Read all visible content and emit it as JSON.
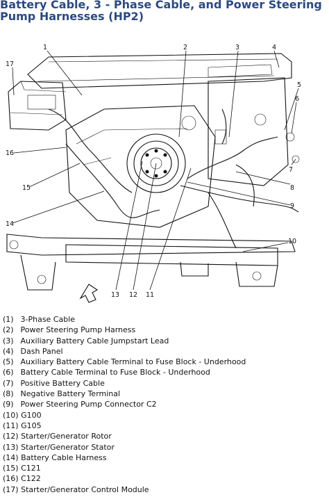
{
  "title": "Battery Cable, 3 - Phase Cable, and Power Steering Pump Harnesses (HP2)",
  "callouts": [
    "1",
    "2",
    "3",
    "4",
    "5",
    "6",
    "7",
    "8",
    "9",
    "10",
    "11",
    "12",
    "13",
    "14",
    "15",
    "16",
    "17"
  ],
  "legend": [
    {
      "num": "(1)",
      "label": "3-Phase Cable"
    },
    {
      "num": "(2)",
      "label": "Power Steering Pump Harness"
    },
    {
      "num": "(3)",
      "label": "Auxiliary Battery Cable Jumpstart Lead"
    },
    {
      "num": "(4)",
      "label": "Dash Panel"
    },
    {
      "num": "(5)",
      "label": "Auxiliary Battery Cable Terminal to Fuse Block - Underhood"
    },
    {
      "num": "(6)",
      "label": "Battery Cable Terminal to Fuse Block - Underhood"
    },
    {
      "num": "(7)",
      "label": "Positive Battery Cable"
    },
    {
      "num": "(8)",
      "label": "Negative Battery Terminal"
    },
    {
      "num": "(9)",
      "label": "Power Steering Pump Connector C2"
    },
    {
      "num": "(10)",
      "label": "G100"
    },
    {
      "num": "(11)",
      "label": "G105"
    },
    {
      "num": "(12)",
      "label": "Starter/Generator Rotor"
    },
    {
      "num": "(13)",
      "label": "Starter/Generator Stator"
    },
    {
      "num": "(14)",
      "label": "Battery Cable Harness"
    },
    {
      "num": "(15)",
      "label": "C121"
    },
    {
      "num": "(16)",
      "label": "C122"
    },
    {
      "num": "(17)",
      "label": "Starter/Generator Control Module"
    }
  ]
}
